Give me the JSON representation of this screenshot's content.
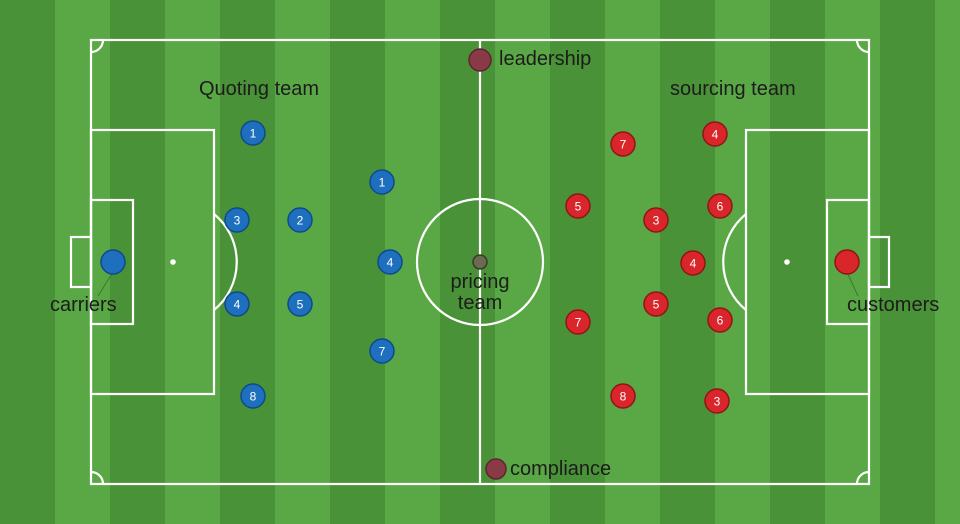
{
  "colors": {
    "grass_light": "#5aa845",
    "grass_dark": "#4a9237",
    "line": "#ffffff",
    "blue_team": "#1f6fbf",
    "red_team": "#d9262b",
    "stakeholder": "#8a3a47",
    "pricing_dot": "#6b6b52",
    "text": "#1c1c1c"
  },
  "labels": {
    "quoting_team": "Quoting team",
    "sourcing_team": "sourcing team",
    "leadership": "leadership",
    "compliance": "compliance",
    "pricing_line1": "pricing",
    "pricing_line2": "team",
    "carriers": "carriers",
    "customers": "customers"
  },
  "blue_players": [
    "1",
    "3",
    "4",
    "8",
    "2",
    "5",
    "1",
    "4",
    "7"
  ],
  "red_players": [
    "7",
    "5",
    "7",
    "8",
    "3",
    "5",
    "4",
    "6",
    "4",
    "6",
    "3"
  ]
}
